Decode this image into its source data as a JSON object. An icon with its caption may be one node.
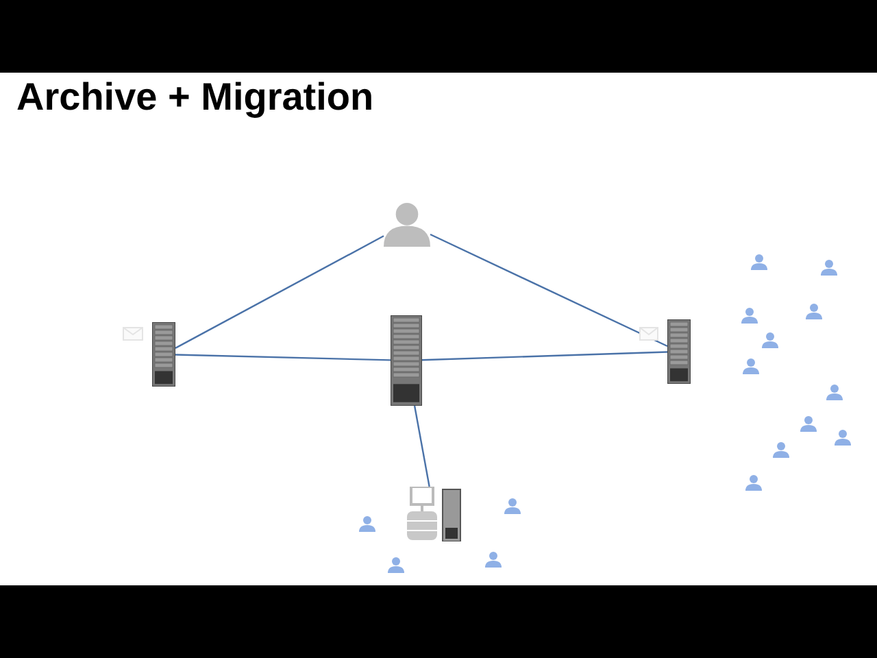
{
  "diagram": {
    "title": "Archive + Migration",
    "nodes": [
      {
        "text": [],
        "shape": "person"
      },
      {
        "text": [],
        "shape": "server"
      },
      {
        "text": [],
        "shape": "server"
      },
      {
        "text": [],
        "shape": "server"
      },
      {
        "text": [],
        "shape": "database"
      }
    ],
    "edges": [
      {
        "from": 0,
        "to": 1,
        "arrow": "none"
      },
      {
        "from": 0,
        "to": 3,
        "arrow": "none"
      },
      {
        "from": 1,
        "to": 2,
        "arrow": "none"
      },
      {
        "from": 2,
        "to": 3,
        "arrow": "none"
      },
      {
        "from": 2,
        "to": 4,
        "arrow": "none"
      }
    ]
  }
}
